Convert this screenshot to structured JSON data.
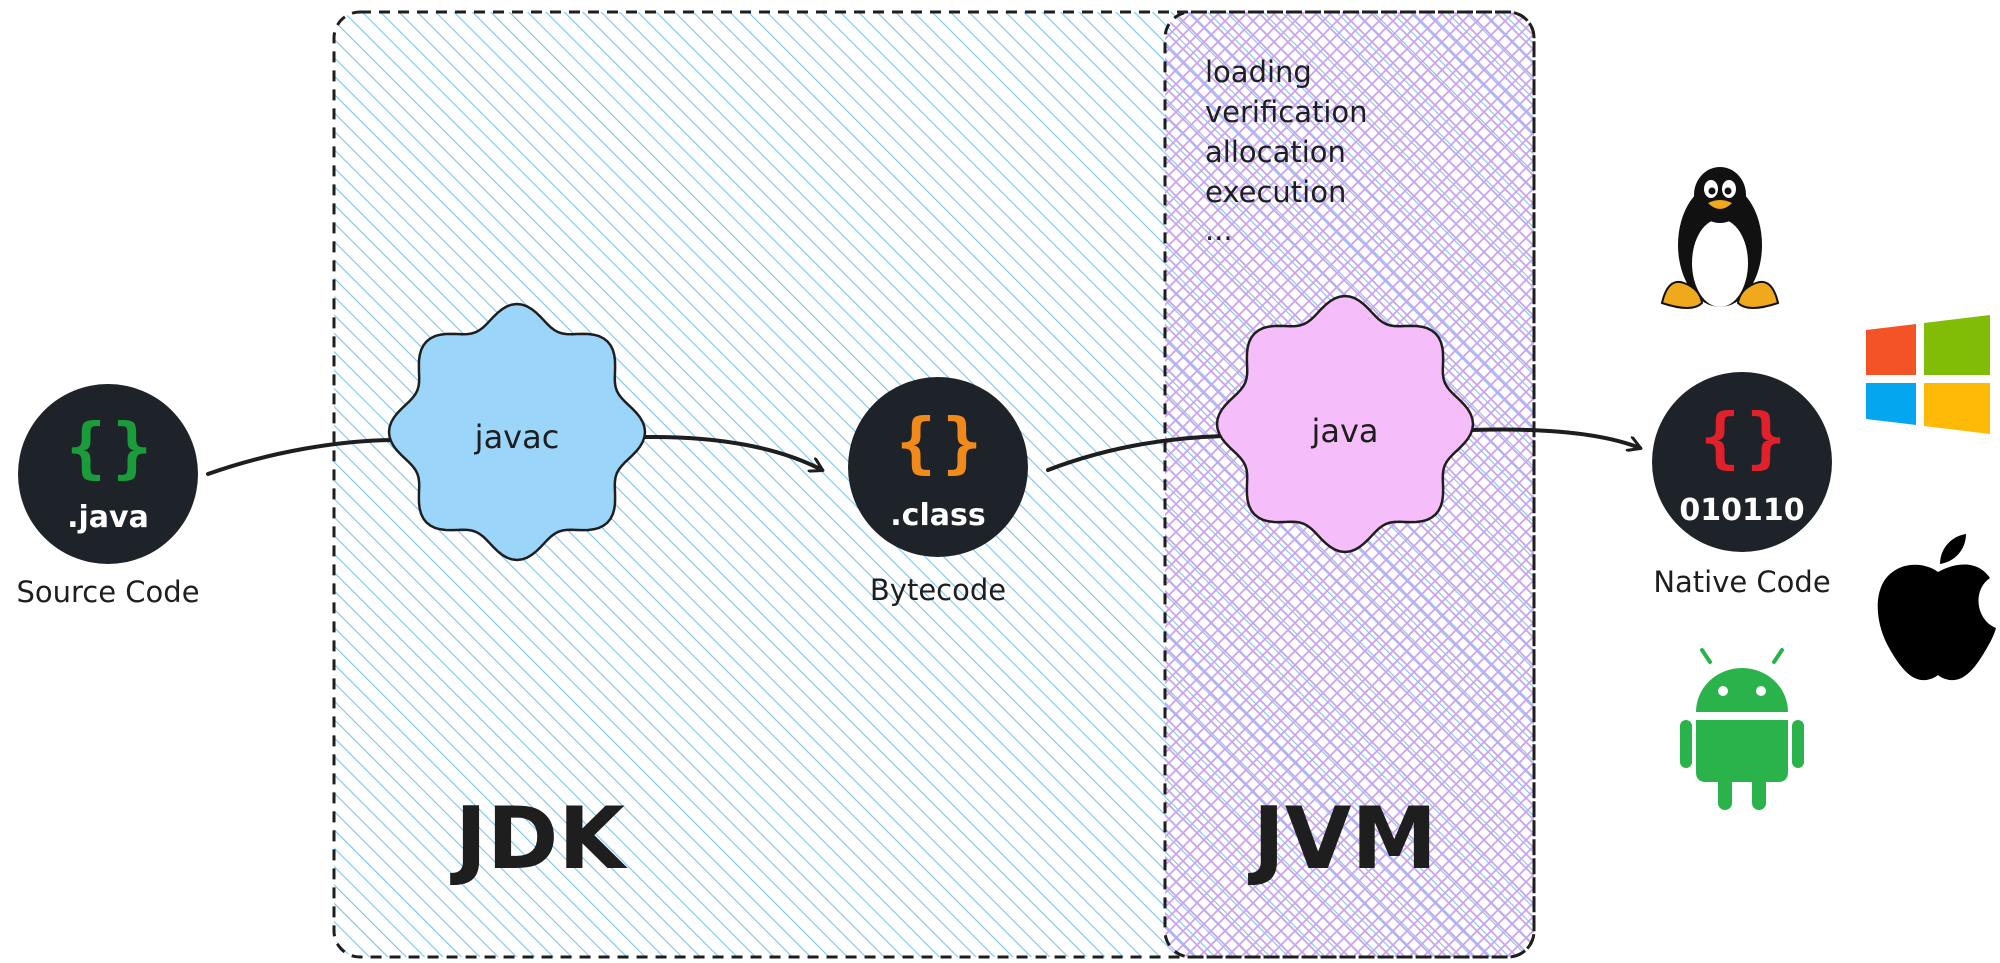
{
  "regions": {
    "jdk": {
      "label": "JDK",
      "fill": "#7cc4f0"
    },
    "jvm": {
      "label": "JVM",
      "fill": "#c9a5f0",
      "stages": [
        "loading",
        "verification",
        "allocation",
        "execution",
        "..."
      ]
    }
  },
  "nodes": {
    "source": {
      "file_label": ".java",
      "caption": "Source Code",
      "brace_color": "#1a9c3a"
    },
    "bytecode": {
      "file_label": ".class",
      "caption": "Bytecode",
      "brace_color": "#f08a1a"
    },
    "native": {
      "file_label": "010110",
      "caption": "Native Code",
      "brace_color": "#e0202a"
    }
  },
  "processes": {
    "compiler": {
      "label": "javac",
      "fill": "#9bd6fa"
    },
    "runtime": {
      "label": "java",
      "fill": "#f5bdfa"
    }
  },
  "platform_icons": [
    "linux-tux-icon",
    "windows-icon",
    "apple-icon",
    "android-icon"
  ],
  "colors": {
    "node_bg": "#1e2329",
    "ink": "#1e1e1e",
    "windows": [
      "#f35325",
      "#81bc06",
      "#05a6f0",
      "#ffba08"
    ],
    "android": "#2ab24b"
  }
}
